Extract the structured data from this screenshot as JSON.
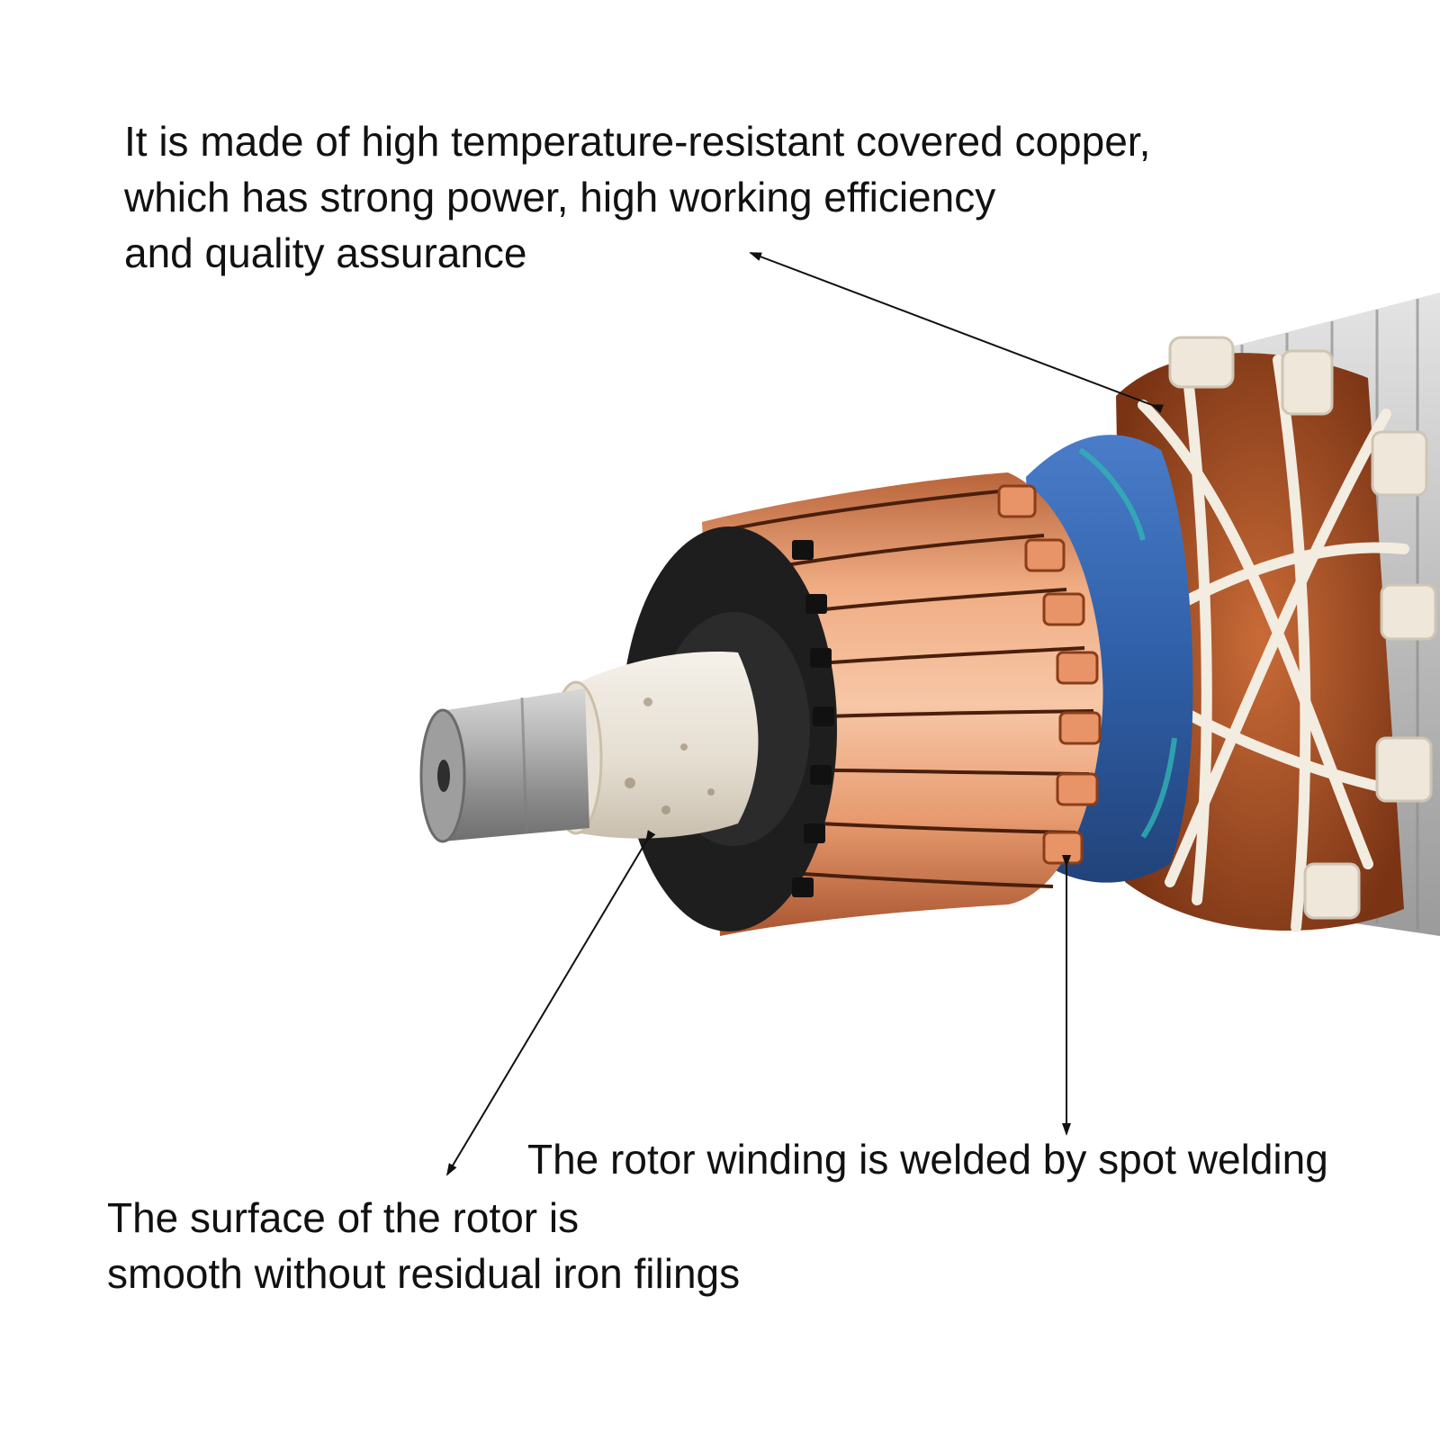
{
  "colors": {
    "background": "#ffffff",
    "copper": "#d9895a",
    "copper_dark": "#9a4a22",
    "commutator_insulator": "#222222",
    "shaft": "#a9a9a9",
    "bushing": "#ece6dc",
    "varnish": "#2f5fa8",
    "stator_steel": "#c8c8c8",
    "text": "#111111"
  },
  "annotations": {
    "copper": {
      "lines": [
        "It is made of high temperature-resistant covered copper,",
        "which has strong power, high working efficiency",
        "and quality assurance"
      ]
    },
    "weld": {
      "lines": [
        "The rotor winding is welded by spot welding"
      ]
    },
    "surface": {
      "lines": [
        "The surface of the rotor is",
        "smooth without residual iron filings"
      ]
    }
  }
}
